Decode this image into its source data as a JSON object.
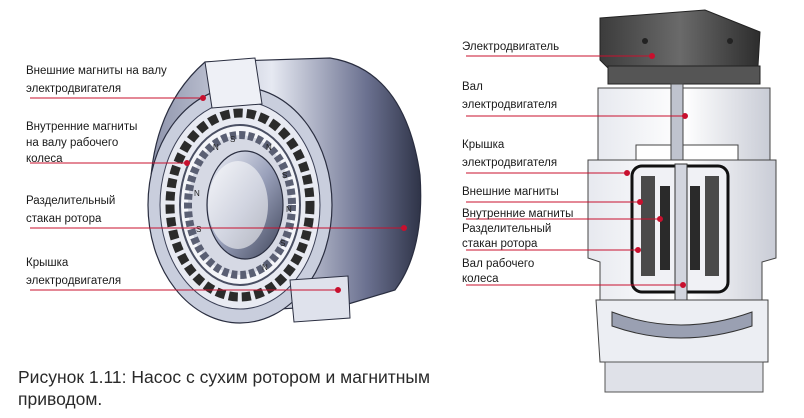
{
  "left_labels": [
    "Внешние магниты на валу",
    "электродвигателя",
    "Внутренние магниты",
    "на валу рабочего",
    "колеса",
    "Разделительный",
    "стакан ротора",
    "Крышка",
    "электродвигателя"
  ],
  "right_labels": [
    "Электродвигатель",
    "Вал",
    "электродвигателя",
    "Крышка",
    "электродвигателя",
    "Внешние магниты",
    "Внутренние магниты",
    "Разделительный",
    "стакан ротора",
    "Вал рабочего",
    "колеса"
  ],
  "magnet_letters": [
    "N",
    "S"
  ],
  "caption": {
    "line1": "Рисунок 1.11: Насос с сухим ротором и магнитным",
    "line2": "приводом."
  },
  "colors": {
    "leader_line": "#c8102e",
    "metal_dark": "#3a3f55",
    "metal_light": "#d7dbe8",
    "magnet": "#2b2b2b"
  }
}
